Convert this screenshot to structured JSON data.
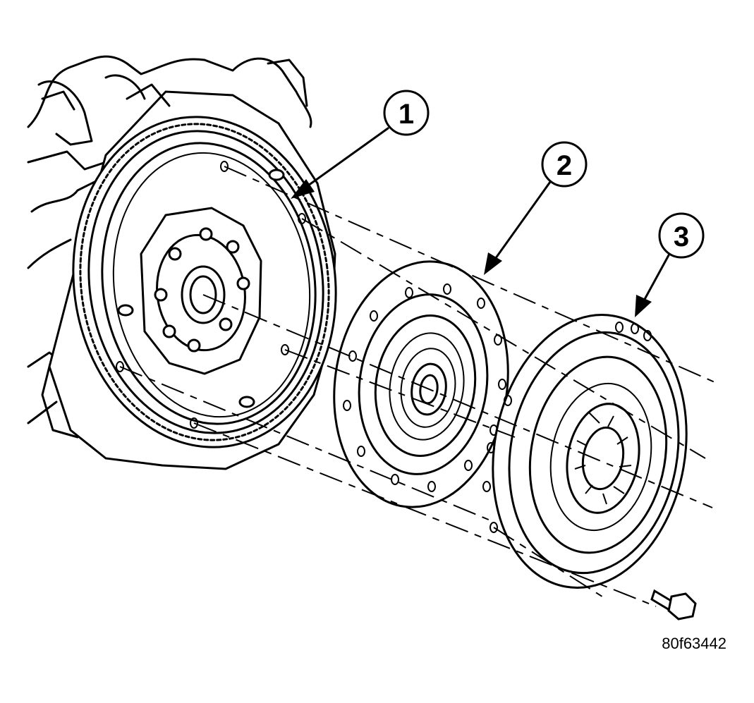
{
  "callouts": [
    {
      "label": "1"
    },
    {
      "label": "2"
    },
    {
      "label": "3"
    }
  ],
  "figure_id": "80f63442"
}
